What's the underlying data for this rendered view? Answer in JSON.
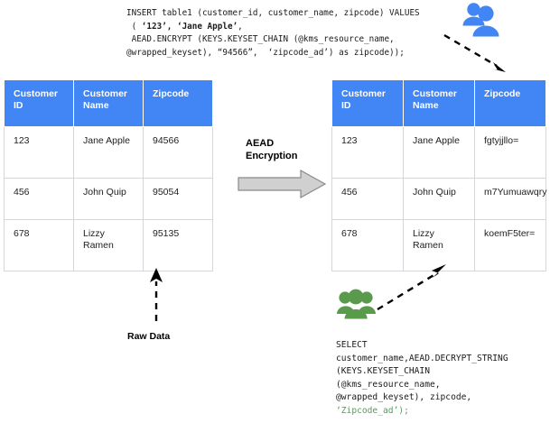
{
  "insert_statement": {
    "lines": [
      [
        {
          "t": "INSERT table1 (customer_id, customer_name, zipcode) VALUES",
          "style": "plain"
        }
      ],
      [
        {
          "t": " ( ",
          "style": "plain"
        },
        {
          "t": "‘123’, ‘Jane Apple’",
          "style": "bold"
        },
        {
          "t": ",",
          "style": "plain"
        }
      ],
      [
        {
          "t": " AEAD.ENCRYPT (KEYS.KEYSET_CHAIN (@kms_resource_name,",
          "style": "plain"
        }
      ],
      [
        {
          "t": "@wrapped_keyset), “94566”,  ‘zipcode_ad’) as zipcode));",
          "style": "plain"
        }
      ]
    ]
  },
  "select_statement": {
    "lines": [
      [
        {
          "t": "SELECT",
          "style": "plain"
        }
      ],
      [
        {
          "t": "customer_name,AEAD.DECRYPT_STRING",
          "style": "plain"
        }
      ],
      [
        {
          "t": "(KEYS.KEYSET_CHAIN",
          "style": "plain"
        }
      ],
      [
        {
          "t": "(@kms_resource_name,",
          "style": "plain"
        }
      ],
      [
        {
          "t": "@wrapped_keyset), zipcode,",
          "style": "plain"
        }
      ],
      [
        {
          "t": "‘Zipcode_ad’);",
          "style": "green"
        }
      ]
    ]
  },
  "table_left": {
    "name": "plaintext-table",
    "headers": [
      "Customer ID",
      "Customer Name",
      "Zipcode"
    ],
    "rows": [
      [
        "123",
        "Jane Apple",
        "94566"
      ],
      [
        "456",
        "John Quip",
        "95054"
      ],
      [
        "678",
        "Lizzy Ramen",
        "95135"
      ]
    ]
  },
  "table_right": {
    "name": "encrypted-table",
    "headers": [
      "Customer ID",
      "Customer Name",
      "Zipcode"
    ],
    "rows": [
      [
        "123",
        "Jane Apple",
        "fgtyjjllo="
      ],
      [
        "456",
        "John Quip",
        "m7Yumuawqry"
      ],
      [
        "678",
        "Lizzy Ramen",
        "koemF5ter="
      ]
    ]
  },
  "center": {
    "label_line1": "AEAD",
    "label_line2": "Encryption"
  },
  "labels": {
    "raw_data": "Raw Data"
  },
  "icons": {
    "users_blue": "users-group-icon",
    "users_green": "users-group-icon"
  },
  "colors": {
    "header_blue": "#4285f4",
    "icon_blue": "#4285f4",
    "icon_green": "#5a9a4d",
    "arrow_fill": "#d0d0d0",
    "arrow_stroke": "#808080",
    "code_green": "#5b9a5b",
    "cell_border": "#d4d6d9"
  }
}
